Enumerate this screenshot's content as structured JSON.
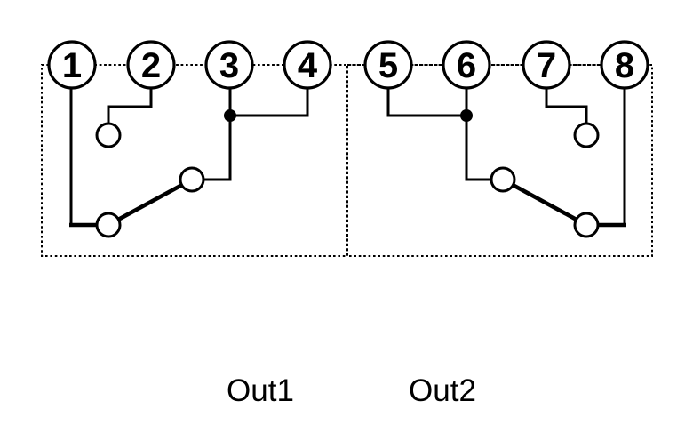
{
  "diagram": {
    "title": "relay-output-wiring-diagram",
    "terminals": [
      "1",
      "2",
      "3",
      "4",
      "5",
      "6",
      "7",
      "8"
    ],
    "output_labels": [
      "Out1",
      "Out2"
    ],
    "icons": {
      "terminal": "terminal-circle-icon",
      "open_contact": "open-contact-circle-icon",
      "junction": "junction-dot-icon",
      "switch_blade": "switch-blade-icon",
      "enclosure": "dotted-enclosure-border"
    },
    "colors": {
      "line": "#000000",
      "background": "#ffffff"
    }
  }
}
